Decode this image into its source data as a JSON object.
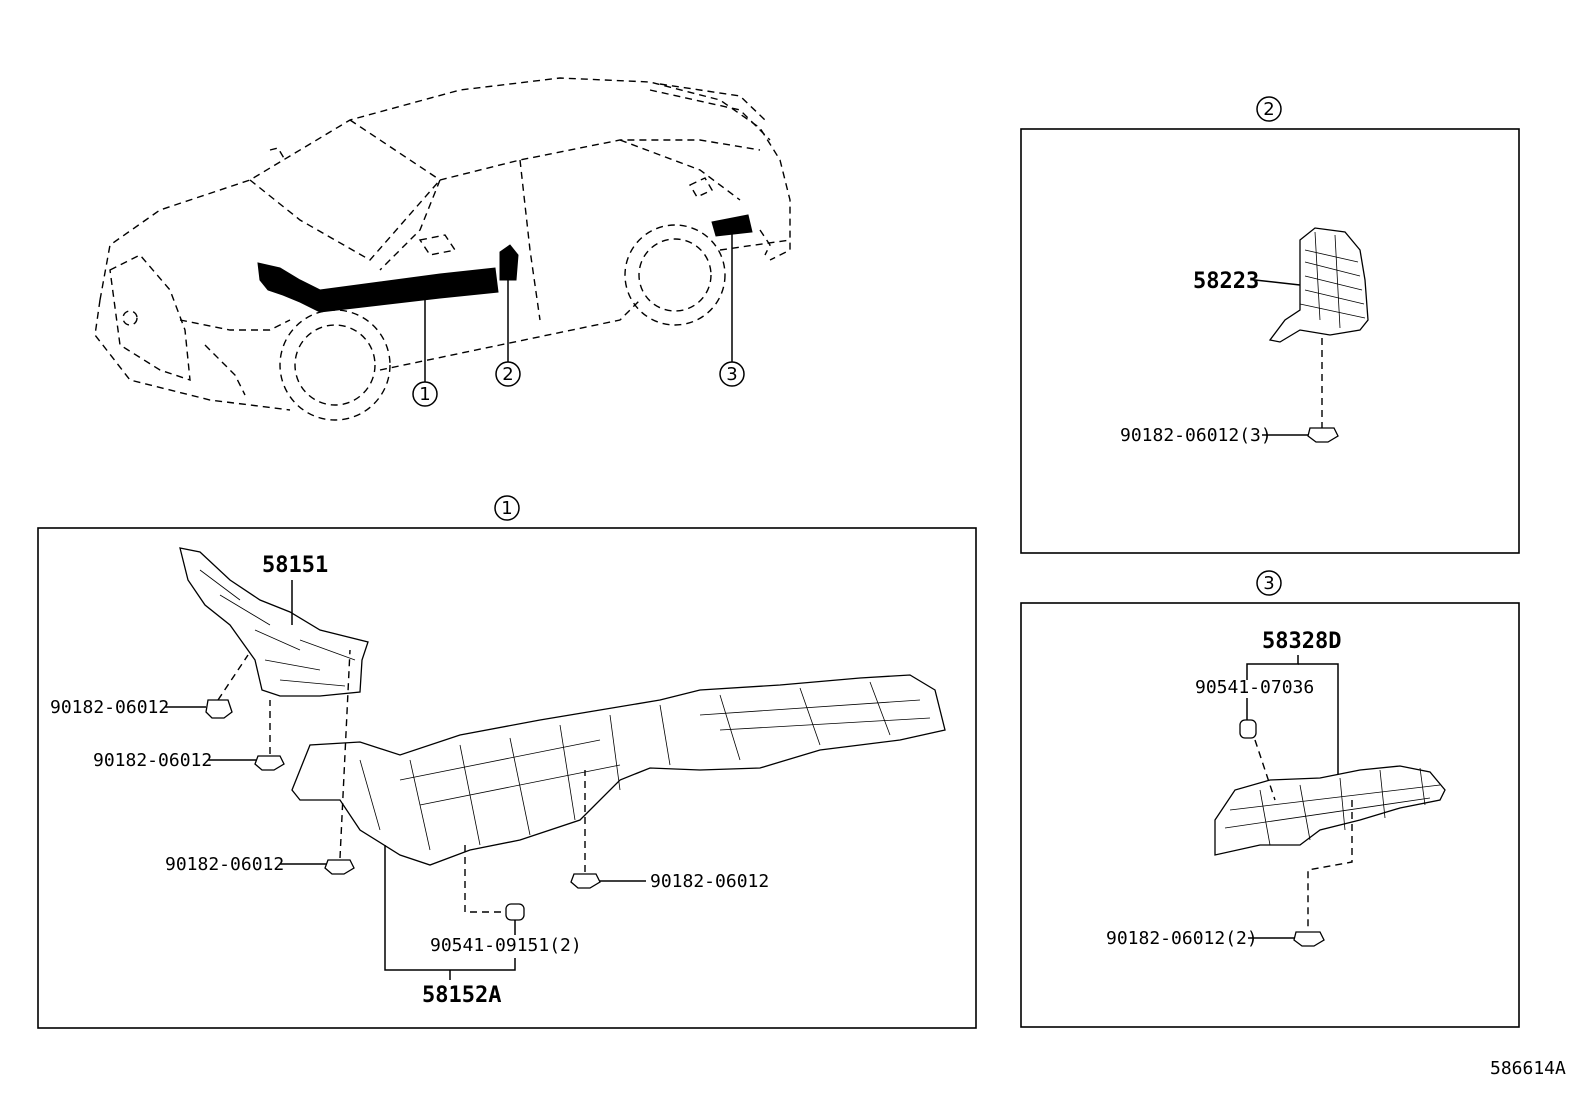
{
  "figure_id": "586614A",
  "callouts": [
    "1",
    "2",
    "3"
  ],
  "section_1": {
    "circle": "1",
    "part_top": "58151",
    "part_main": "58152A",
    "clip_upper_left": "90182-06012",
    "clip_mid_left": "90182-06012",
    "clip_lower_left": "90182-06012",
    "clip_right": "90182-06012",
    "grommet": "90541-09151(2)"
  },
  "section_2": {
    "circle": "2",
    "part": "58223",
    "clip": "90182-06012(3)"
  },
  "section_3": {
    "circle": "3",
    "part": "58328D",
    "grommet": "90541-07036",
    "clip": "90182-06012(2)"
  }
}
